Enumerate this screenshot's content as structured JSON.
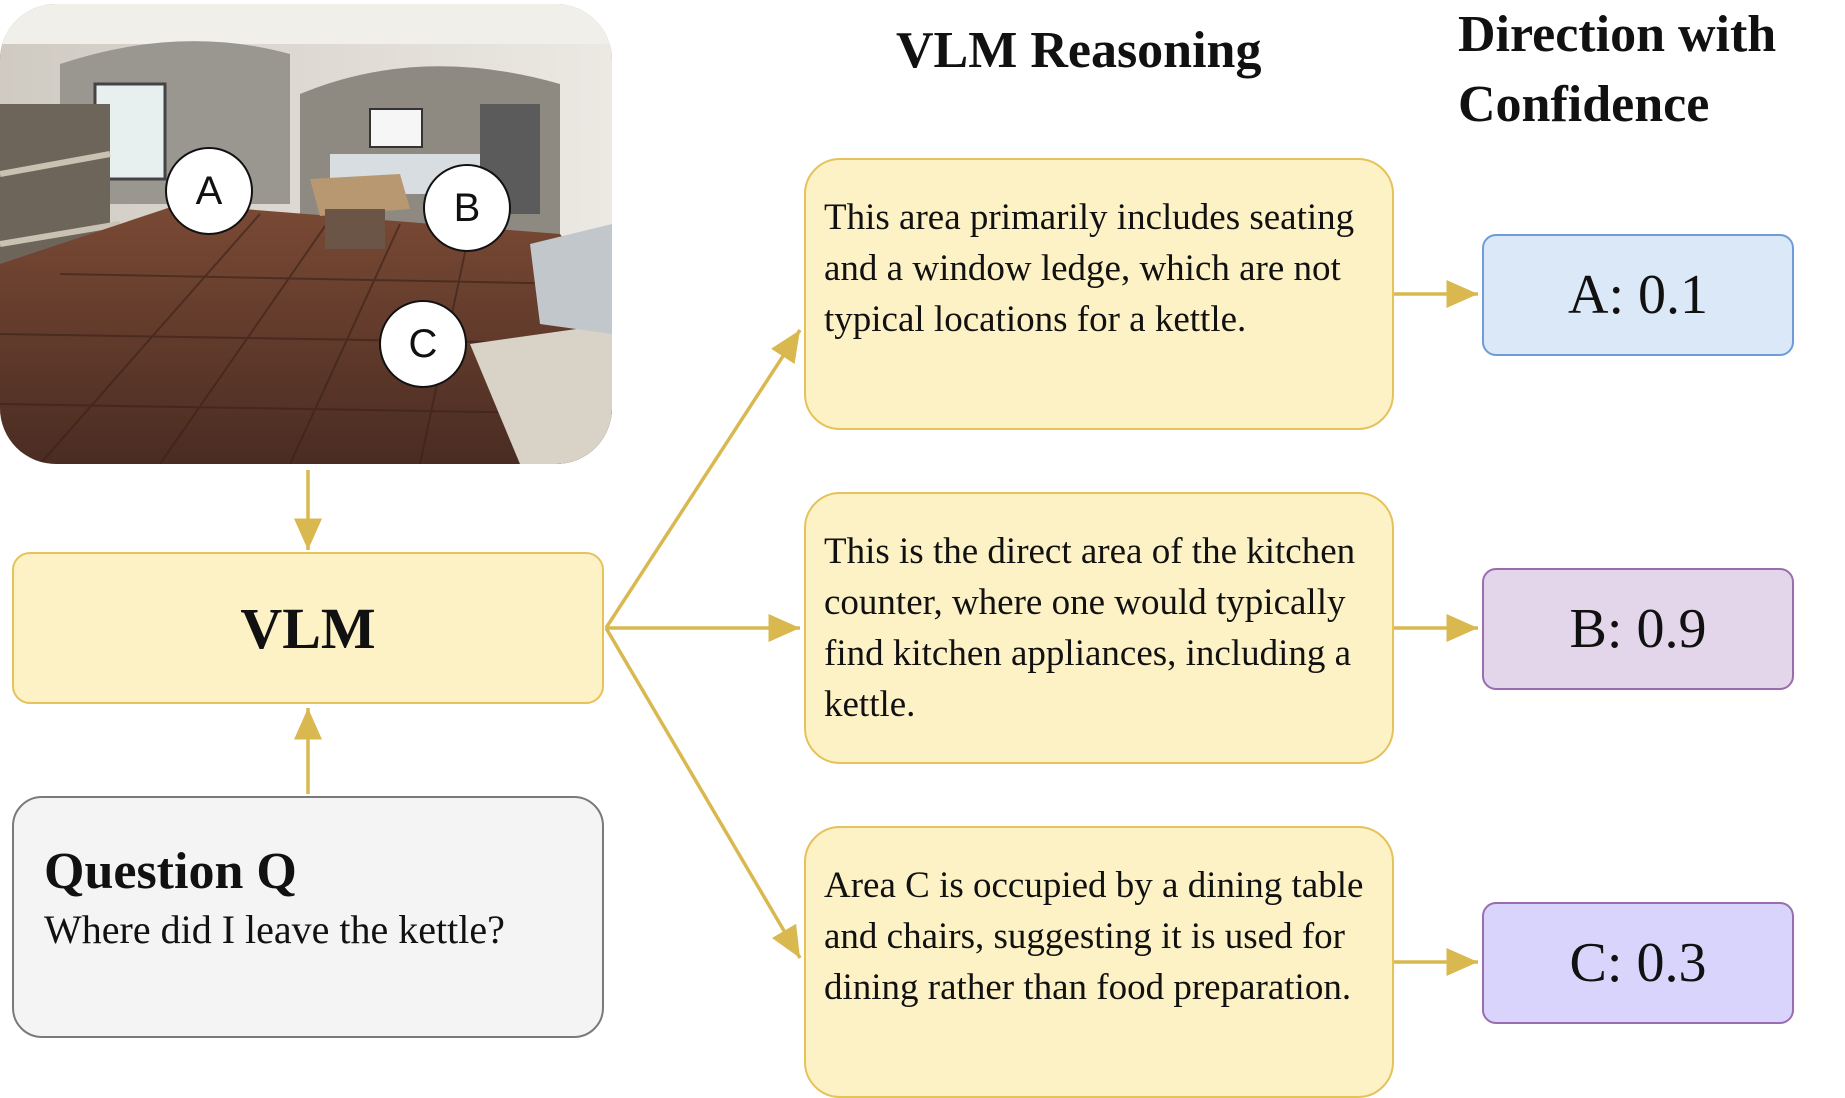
{
  "headers": {
    "reasoning": "VLM Reasoning",
    "direction": "Direction with Confidence"
  },
  "scene": {
    "markers": [
      "A",
      "B",
      "C"
    ]
  },
  "vlm": {
    "label": "VLM"
  },
  "question": {
    "title": "Question Q",
    "text": "Where did I leave the kettle?"
  },
  "reasoning": [
    {
      "text": "This area primarily includes seating and a window ledge, which are not typical locations for a kettle."
    },
    {
      "text": "This is the direct area of the kitchen counter, where one would typically find kitchen appliances, including a kettle."
    },
    {
      "text": "Area C is occupied by a dining table and chairs, suggesting it is used for dining rather than food preparation."
    }
  ],
  "confidence": [
    {
      "label": "A: 0.1"
    },
    {
      "label": "B: 0.9"
    },
    {
      "label": "C: 0.3"
    }
  ],
  "colors": {
    "arrow": "#d9b84f",
    "reason_fill": "#fdf1c6",
    "reason_border": "#e6c25a",
    "conf_a": "#dbe8f8",
    "conf_b": "#e3d5ea",
    "conf_c": "#d8d4fb"
  }
}
